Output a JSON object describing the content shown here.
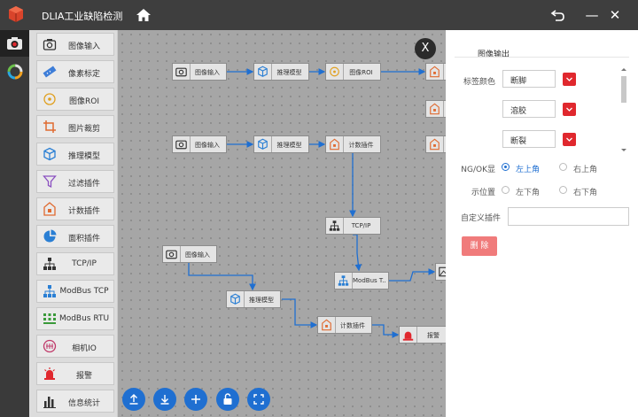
{
  "titlebar": {
    "title": "DLIA工业缺陷检测",
    "back_icon": "undo-arrow-icon",
    "minimize_label": "—",
    "close_label": "✕"
  },
  "palette": {
    "items": [
      {
        "label": "图像输入",
        "icon": "camera-icon"
      },
      {
        "label": "像素标定",
        "icon": "ruler-icon"
      },
      {
        "label": "图像ROI",
        "icon": "roi-icon"
      },
      {
        "label": "图片裁剪",
        "icon": "crop-icon"
      },
      {
        "label": "推理模型",
        "icon": "cube-icon"
      },
      {
        "label": "过滤插件",
        "icon": "filter-icon"
      },
      {
        "label": "计数插件",
        "icon": "counter-icon"
      },
      {
        "label": "面积插件",
        "icon": "pie-icon"
      },
      {
        "label": "TCP/IP",
        "icon": "network-icon"
      },
      {
        "label": "ModBus TCP",
        "icon": "modbus-tcp-icon"
      },
      {
        "label": "ModBus RTU",
        "icon": "modbus-rtu-icon"
      },
      {
        "label": "相机IO",
        "icon": "camera-io-icon"
      },
      {
        "label": "报警",
        "icon": "alarm-icon"
      },
      {
        "label": "信息统计",
        "icon": "bar-chart-icon"
      }
    ]
  },
  "canvas": {
    "close_label": "X",
    "nodes": [
      {
        "label": "图像输入",
        "icon": "camera-icon"
      },
      {
        "label": "推理模型",
        "icon": "cube-icon"
      },
      {
        "label": "图像ROI",
        "icon": "roi-icon"
      },
      {
        "label": "图像输入",
        "icon": "camera-icon"
      },
      {
        "label": "推理模型",
        "icon": "cube-icon"
      },
      {
        "label": "计数插件",
        "icon": "counter-icon"
      },
      {
        "label": "TCP/IP",
        "icon": "network-icon"
      },
      {
        "label": "图像输入",
        "icon": "camera-icon"
      },
      {
        "label": "ModBus T...",
        "icon": "modbus-tcp-icon"
      },
      {
        "label": "推理模型",
        "icon": "cube-icon"
      },
      {
        "label": "计数插件",
        "icon": "counter-icon"
      },
      {
        "label": "报警",
        "icon": "alarm-icon"
      }
    ],
    "toolbar": [
      "upload-icon",
      "download-icon",
      "plus-icon",
      "unlock-icon",
      "fullscreen-icon"
    ]
  },
  "panel": {
    "title": "图像输出",
    "tag_color_label": "标签颜色",
    "tags": [
      {
        "name": "断脚",
        "color": "#e0282e"
      },
      {
        "name": "溶胶",
        "color": "#e0282e"
      },
      {
        "name": "断裂",
        "color": "#e0282e"
      }
    ],
    "ngok_label": "NG/OK显",
    "position_label": "示位置",
    "positions": [
      {
        "label": "左上角",
        "selected": true
      },
      {
        "label": "右上角",
        "selected": false
      },
      {
        "label": "左下角",
        "selected": false
      },
      {
        "label": "右下角",
        "selected": false
      }
    ],
    "custom_plugin_label": "自定义插件",
    "custom_plugin_value": "",
    "delete_label": "删 除"
  },
  "colors": {
    "titlebar": "#3e3e3e",
    "accent": "#1f6fd1",
    "delete": "#f07b7b",
    "swatch": "#e0282e"
  }
}
